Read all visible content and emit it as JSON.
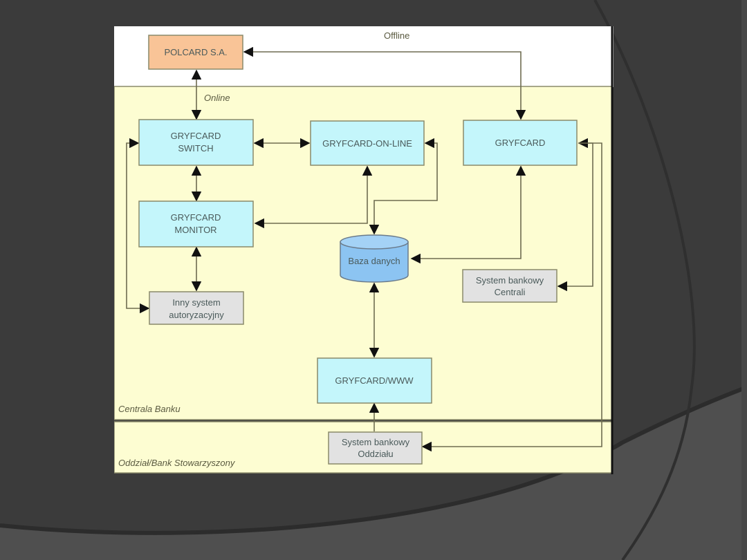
{
  "slide": {
    "colors": {
      "background": "#3b3b3b",
      "background_light": "#4f4f4f",
      "curve": "#2f2f2f"
    }
  },
  "diagram": {
    "zones": {
      "offline": "Offline",
      "online": "Online",
      "centrala": "Centrala Banku",
      "oddzial": "Oddział/Bank Stowarzyszony"
    },
    "nodes": {
      "polcard": "POLCARD S.A.",
      "switch_line1": "GRYFCARD",
      "switch_line2": "SWITCH",
      "online_node": "GRYFCARD-ON-LINE",
      "gryfcard": "GRYFCARD",
      "monitor_line1": "GRYFCARD",
      "monitor_line2": "MONITOR",
      "database": "Baza danych",
      "inny_line1": "Inny system",
      "inny_line2": "autoryzacyjny",
      "centrali_line1": "System bankowy",
      "centrali_line2": "Centrali",
      "www": "GRYFCARD/WWW",
      "oddzialu_line1": "System bankowy",
      "oddzialu_line2": "Oddziału"
    },
    "colors": {
      "offline_bg": "#ffffff",
      "zone_bg": "#fdfdd2",
      "cyan_node": "#c4f6fb",
      "orange_node": "#f9c497",
      "gray_node": "#e2e2e2",
      "db_fill": "#8cc4f2",
      "border": "#8a8a6a"
    }
  }
}
